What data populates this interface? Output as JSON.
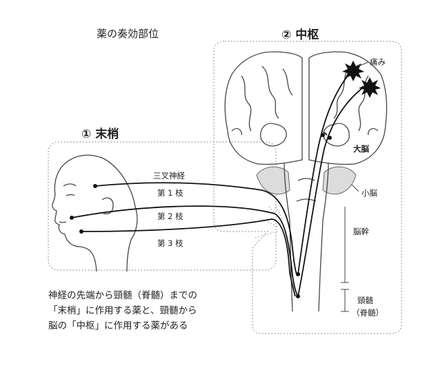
{
  "title": "薬の奏効部位",
  "peripheral": {
    "label": "① 末梢"
  },
  "central": {
    "label": "② 中枢"
  },
  "nerve_labels": {
    "trigeminal": "三叉神経",
    "branch1": "第 1 枝",
    "branch2": "第 2 枝",
    "branch3": "第 3 枝"
  },
  "brain_labels": {
    "pain": "痛み",
    "cerebrum": "大脳",
    "cerebellum": "小脳",
    "brainstem": "脳幹",
    "cervical_line1": "頸髄",
    "cervical_line2": "（脊髄）"
  },
  "description": [
    "神経の先端から頸髄（脊髄）までの",
    "「末梢」に作用する薬と、頸髄から",
    "脳の「中枢」に作用する薬がある"
  ]
}
